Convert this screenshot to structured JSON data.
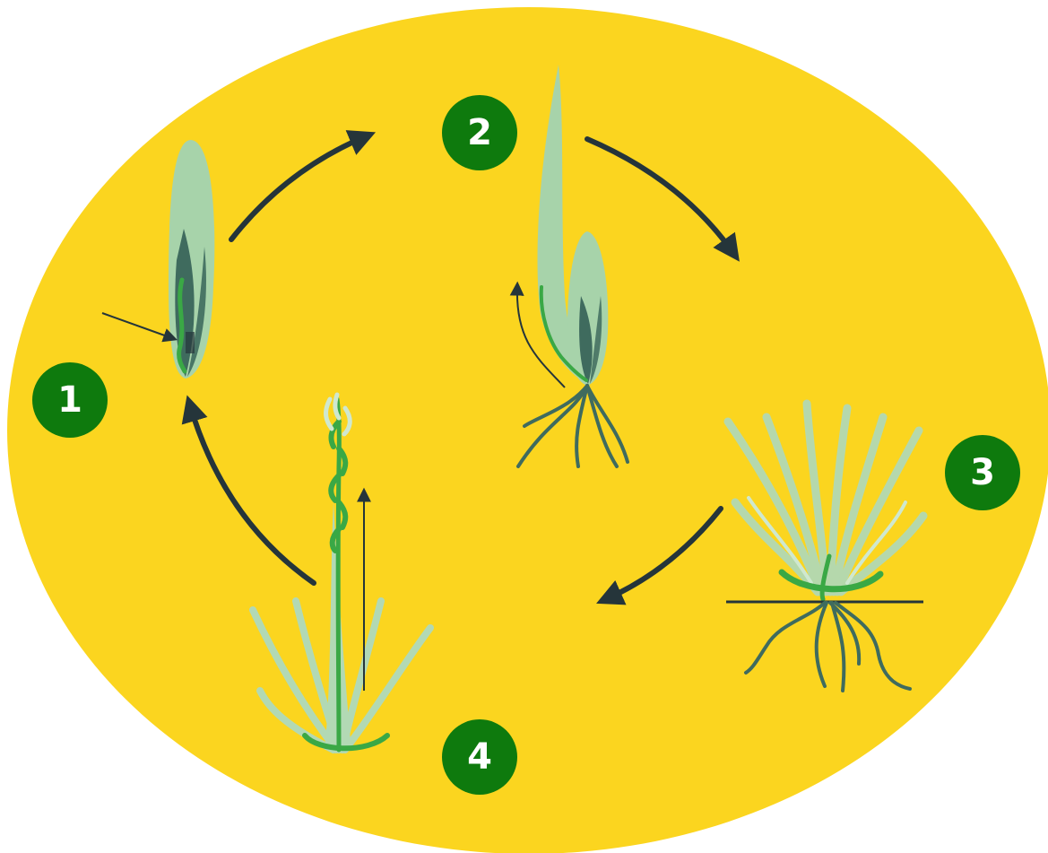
{
  "diagram": {
    "background_color": "#fbd51f",
    "badge_color": "#0e7a0d",
    "arrow_color": "#25353a",
    "plant_colors": {
      "light": "#b2d9b4",
      "dark": "#3f6b5e",
      "bright": "#3aa845"
    },
    "stages": [
      {
        "number": "1"
      },
      {
        "number": "2"
      },
      {
        "number": "3"
      },
      {
        "number": "4"
      }
    ]
  }
}
